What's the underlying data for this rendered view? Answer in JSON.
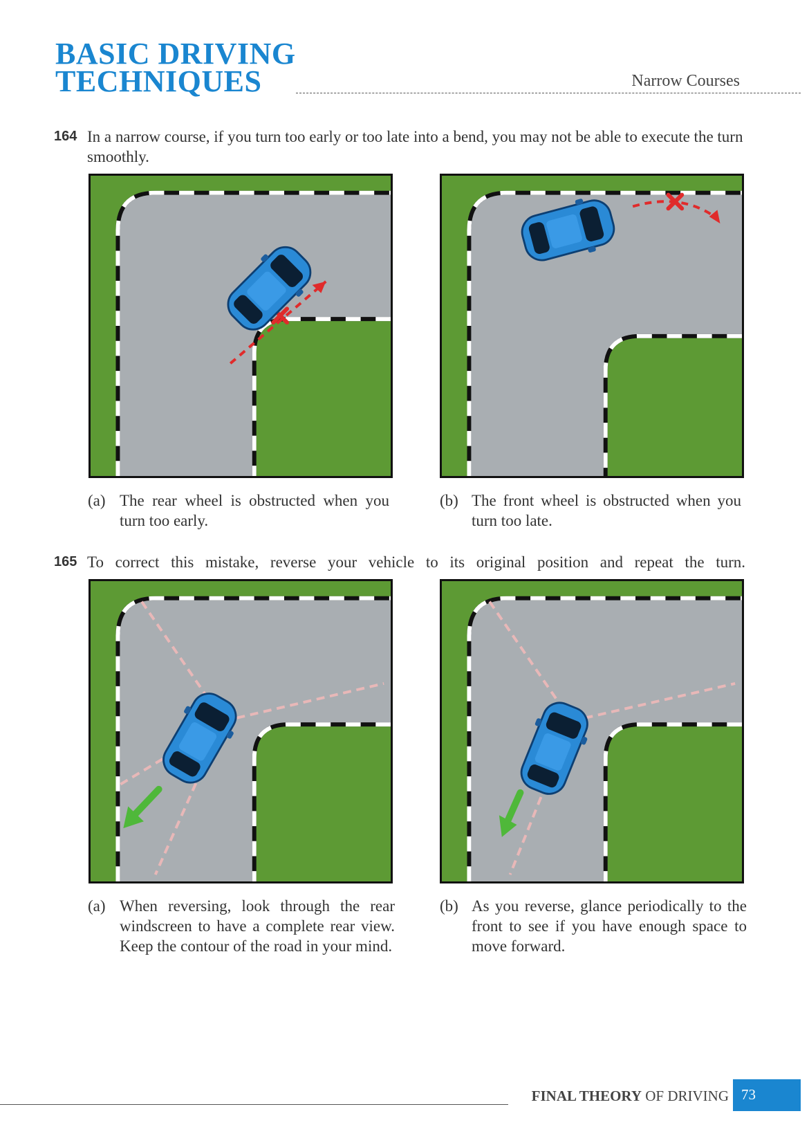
{
  "header": {
    "title_line1": "BASIC DRIVING",
    "title_line2": "TECHNIQUES",
    "section": "Narrow Courses"
  },
  "items": [
    {
      "number": "164",
      "text": "In a narrow course, if you turn too early or too late into a bend, you may not be able to execute the turn smoothly.",
      "figures": [
        {
          "label": "(a)",
          "caption": "The rear wheel is obstructed when you turn too early."
        },
        {
          "label": "(b)",
          "caption": "The front wheel is obstructed when you turn too late."
        }
      ]
    },
    {
      "number": "165",
      "text": "To correct this mistake, reverse your vehicle to its original position and repeat the turn.",
      "figures": [
        {
          "label": "(a)",
          "caption": "When reversing, look through the rear windscreen to have a complete rear view. Keep the contour of the road in your mind."
        },
        {
          "label": "(b)",
          "caption": "As you reverse, glance periodically to the front to see if you have enough space to move forward."
        }
      ]
    }
  ],
  "footer": {
    "brand_bold": "FINAL THEORY",
    "brand_rest": "OF DRIVING",
    "page_number": "73"
  },
  "colors": {
    "accent": "#1a86d0",
    "grass": "#5d9a34",
    "road": "#a9aeb2",
    "car": "#2a8ad6",
    "warning_path": "#e02b2b",
    "reverse_arrow": "#4fb83a"
  }
}
